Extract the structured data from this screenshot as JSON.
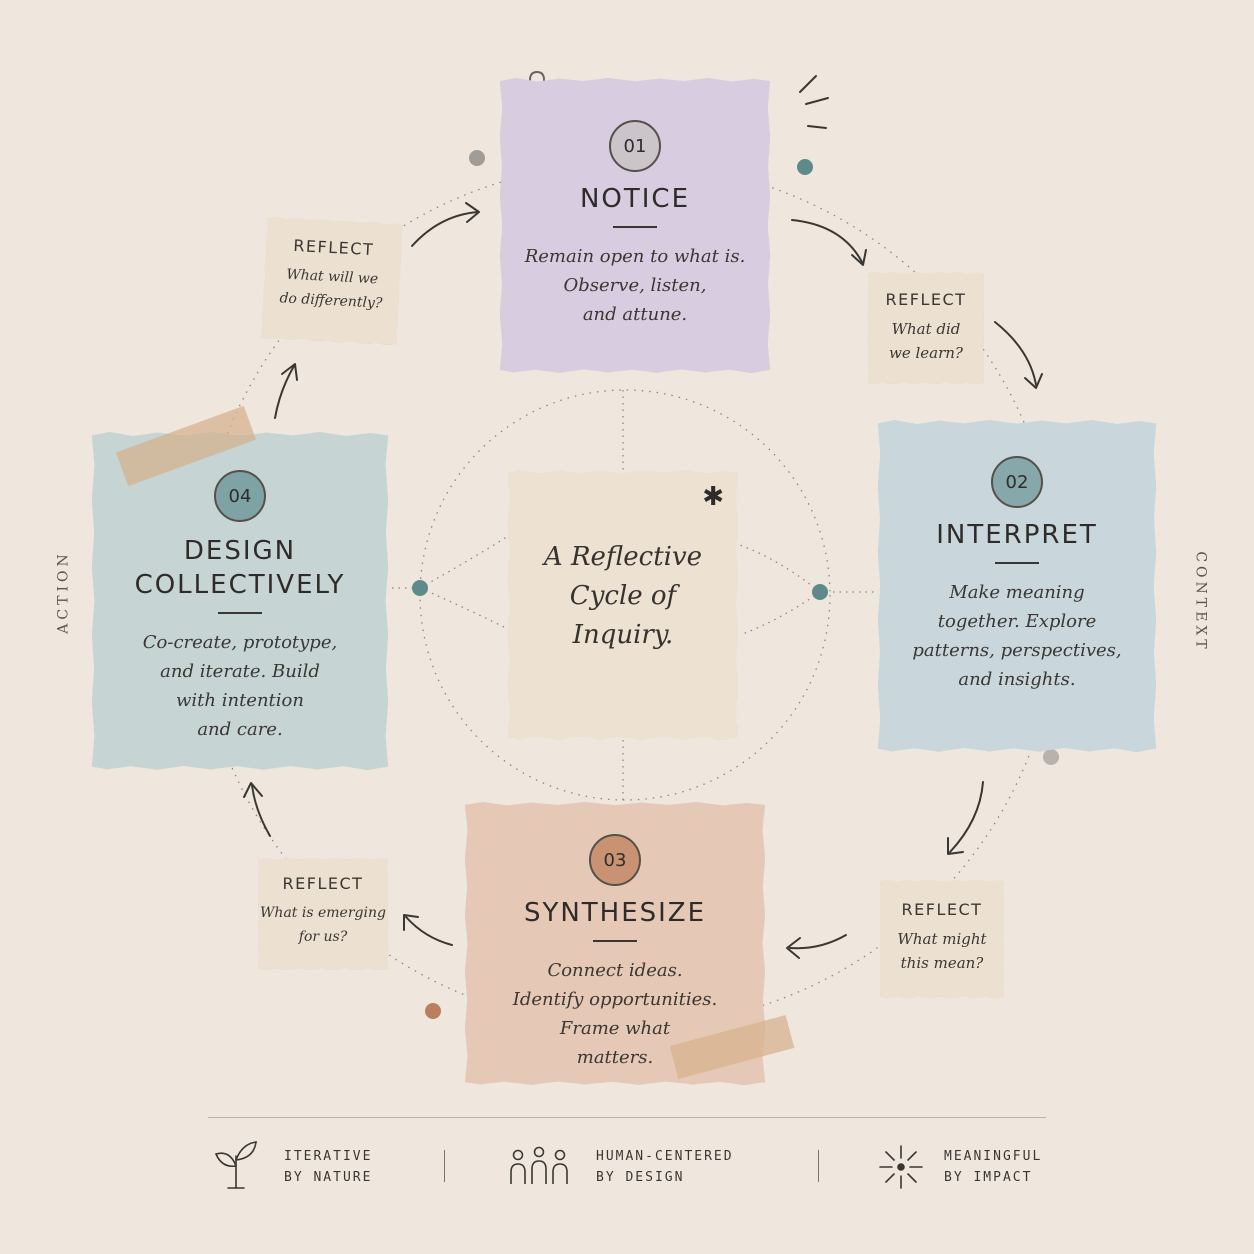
{
  "center": {
    "title_lines": [
      "A Reflective",
      "Cycle of",
      "Inquiry."
    ]
  },
  "side_labels": {
    "left": "ACTION",
    "right": "CONTEXT"
  },
  "steps": [
    {
      "number": "01",
      "title": [
        "NOTICE"
      ],
      "description": [
        "Remain open to what is.",
        "Observe, listen,",
        "and attune."
      ],
      "color": "#d8cce0"
    },
    {
      "number": "02",
      "title": [
        "INTERPRET"
      ],
      "description": [
        "Make meaning",
        "together. Explore",
        "patterns, perspectives,",
        "and insights."
      ],
      "color": "#c9d6dc"
    },
    {
      "number": "03",
      "title": [
        "SYNTHESIZE"
      ],
      "description": [
        "Connect ideas.",
        "Identify opportunities.",
        "Frame what",
        "matters."
      ],
      "color": "#e6c8b6"
    },
    {
      "number": "04",
      "title": [
        "DESIGN",
        "COLLECTIVELY"
      ],
      "description": [
        "Co-create, prototype,",
        "and iterate. Build",
        "with intention",
        "and care."
      ],
      "color": "#c6d4d4"
    }
  ],
  "reflections": [
    {
      "label": "REFLECT",
      "question": [
        "What did",
        "we learn?"
      ]
    },
    {
      "label": "REFLECT",
      "question": [
        "What might",
        "this mean?"
      ]
    },
    {
      "label": "REFLECT",
      "question": [
        "What is emerging",
        "for us?"
      ]
    },
    {
      "label": "REFLECT",
      "question": [
        "What will we",
        "do differently?"
      ]
    }
  ],
  "footer": [
    {
      "icon": "sprout-icon",
      "lines": [
        "ITERATIVE",
        "BY NATURE"
      ]
    },
    {
      "icon": "people-icon",
      "lines": [
        "HUMAN-CENTERED",
        "BY DESIGN"
      ]
    },
    {
      "icon": "spark-icon",
      "lines": [
        "MEANINGFUL",
        "BY IMPACT"
      ]
    }
  ],
  "colors": {
    "background": "#efe7dd",
    "ink": "#3a3733",
    "teal_dot": "#5f8a8c",
    "rust_dot": "#b97f5f"
  }
}
